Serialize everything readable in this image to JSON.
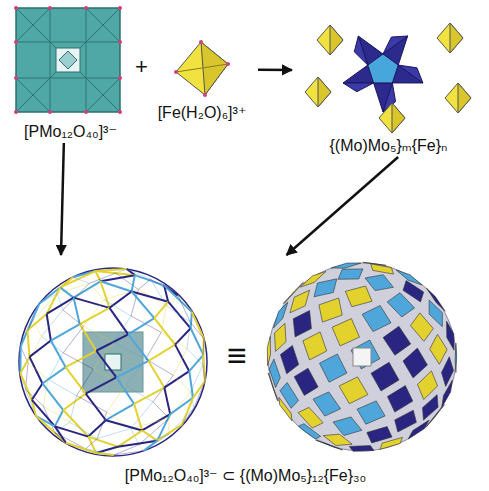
{
  "diagram": {
    "nodes": [
      {
        "text": [
          "[PMo₁₂O₄₀]³⁻"
        ]
      },
      {
        "text": [
          "[Fe(H₂O)₆]³⁺"
        ]
      },
      {
        "text": [
          "{(Mo)Mo₅}ₘ{Fe}ₙ"
        ]
      },
      {
        "text": [
          "[PMo₁₂O₄₀]³⁻ ⊂ {(Mo)Mo₅}₁₂{Fe}₃₀"
        ]
      }
    ],
    "edges": [
      {
        "from": 1,
        "to": 2,
        "arrow": "to"
      },
      {
        "from": 0,
        "to": 3,
        "arrow": "to"
      },
      {
        "from": 2,
        "to": 3,
        "arrow": "to"
      }
    ],
    "labels": [
      "+",
      "≡"
    ]
  }
}
